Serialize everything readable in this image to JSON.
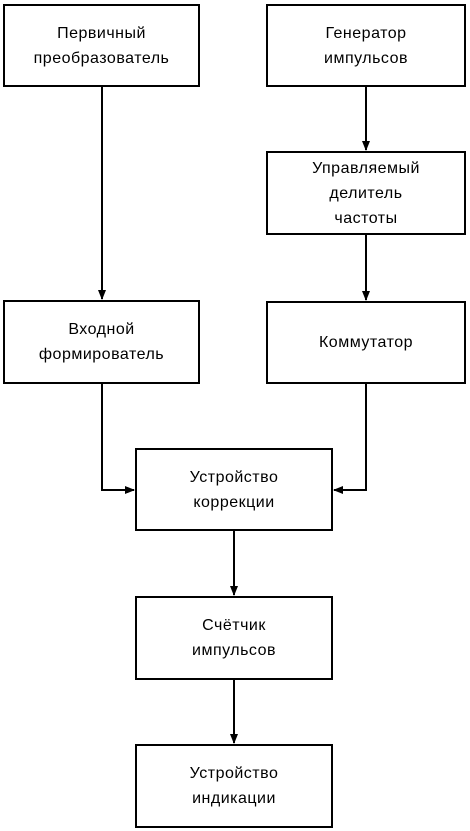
{
  "blocks": {
    "primary_converter": {
      "lines": [
        "Первичный",
        "преобразователь"
      ]
    },
    "pulse_generator": {
      "lines": [
        "Генератор",
        "импульсов"
      ]
    },
    "frequency_divider": {
      "lines": [
        "Управляемый",
        "делитель",
        "частоты"
      ]
    },
    "input_shaper": {
      "lines": [
        "Входной",
        "формирователь"
      ]
    },
    "commutator": {
      "lines": [
        "Коммутатор"
      ]
    },
    "correction_device": {
      "lines": [
        "Устройство",
        "коррекции"
      ]
    },
    "pulse_counter": {
      "lines": [
        "Счётчик",
        "импульсов"
      ]
    },
    "indication_device": {
      "lines": [
        "Устройство",
        "индикации"
      ]
    }
  },
  "colors": {
    "line": "#000000",
    "background": "#ffffff"
  }
}
